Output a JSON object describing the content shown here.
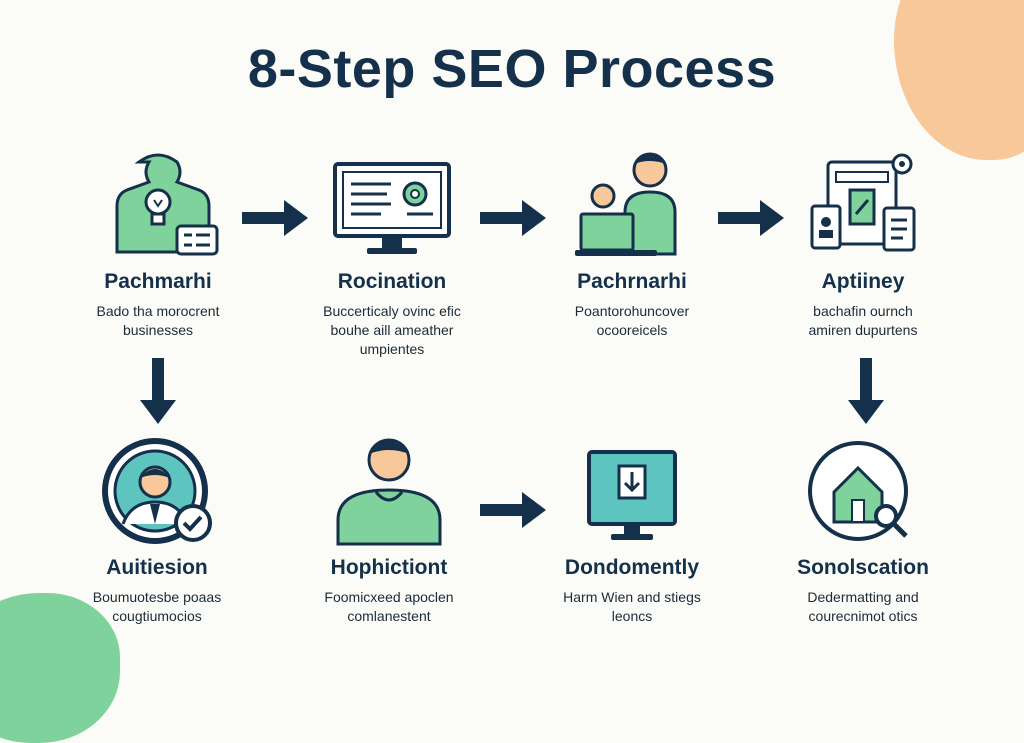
{
  "title": "8-Step SEO Process",
  "colors": {
    "navy": "#14304a",
    "green": "#7fd29b",
    "teal": "#5ec4c0",
    "peach": "#f8c89a"
  },
  "steps": [
    {
      "icon": "person-lightbulb-icon",
      "name": "Pachmarhi",
      "desc": [
        "Bado tha morocrent",
        "businesses"
      ]
    },
    {
      "icon": "monitor-settings-icon",
      "name": "Rocination",
      "desc": [
        "Buccerticaly ovinc efic",
        "bouhe aill ameather",
        "umpientes"
      ]
    },
    {
      "icon": "people-laptop-icon",
      "name": "Pachrnarhi",
      "desc": [
        "Poantorohuncover",
        "ocooreicels"
      ]
    },
    {
      "icon": "documents-gear-icon",
      "name": "Aptiiney",
      "desc": [
        "bachafin ournch",
        "amiren dupurtens"
      ]
    },
    {
      "icon": "user-check-icon",
      "name": "Auitiesion",
      "desc": [
        "Boumuotesbe poaas",
        "cougtiumocios"
      ]
    },
    {
      "icon": "person-icon",
      "name": "Hophictiont",
      "desc": [
        "Foomicxeed apoclen",
        "comlanestent"
      ]
    },
    {
      "icon": "monitor-download-icon",
      "name": "Dondomently",
      "desc": [
        "Harm Wien and stiegs",
        "leoncs"
      ]
    },
    {
      "icon": "house-search-icon",
      "name": "Sonolscation",
      "desc": [
        "Dedermatting and",
        "courecnimot otics"
      ]
    }
  ]
}
